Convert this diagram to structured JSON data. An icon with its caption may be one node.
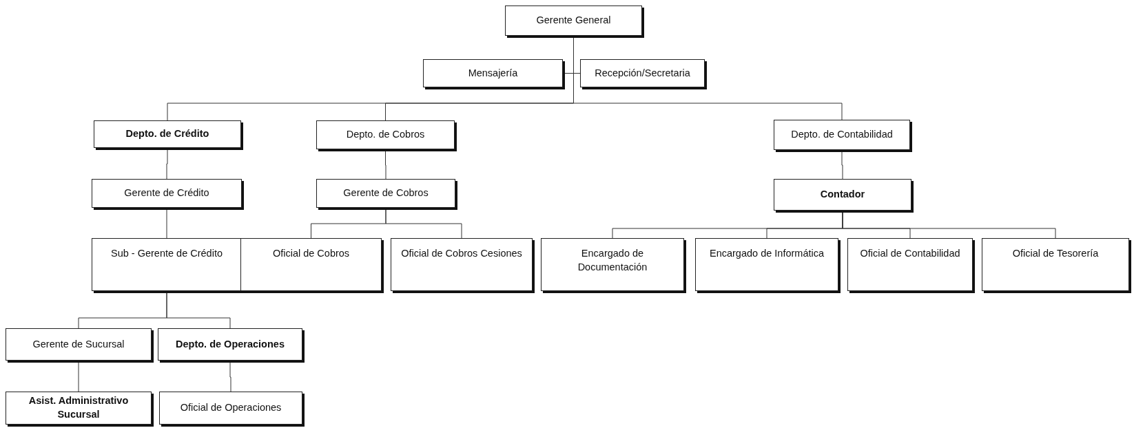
{
  "diagram": {
    "nodes": [
      {
        "text": [
          "Gerente General"
        ]
      },
      {
        "text": [
          "Mensajería"
        ]
      },
      {
        "text": [
          "Recepción/Secretaria"
        ]
      },
      {
        "text": [
          "Depto. de Crédito"
        ]
      },
      {
        "text": [
          "Depto. de Cobros"
        ]
      },
      {
        "text": [
          "Depto. de Contabilidad"
        ]
      },
      {
        "text": [
          "Gerente de Crédito"
        ]
      },
      {
        "text": [
          "Gerente de Cobros"
        ]
      },
      {
        "text": [
          "Contador"
        ]
      },
      {
        "text": [
          "Sub - Gerente de Crédito"
        ]
      },
      {
        "text": [
          "Oficial de Cobros"
        ]
      },
      {
        "text": [
          "Oficial de Cobros Cesiones"
        ]
      },
      {
        "text": [
          "Encargado de Documentación"
        ]
      },
      {
        "text": [
          "Encargado de Informática"
        ]
      },
      {
        "text": [
          "Oficial de Contabilidad"
        ]
      },
      {
        "text": [
          "Oficial de Tesorería"
        ]
      },
      {
        "text": [
          "Gerente de Sucursal"
        ]
      },
      {
        "text": [
          "Depto. de Operaciones"
        ]
      },
      {
        "text": [
          "Asist. Administrativo Sucursal"
        ]
      },
      {
        "text": [
          "Oficial de Operaciones"
        ]
      }
    ],
    "edges": [
      {
        "from": 0,
        "to": 1,
        "arrow": "none"
      },
      {
        "from": 0,
        "to": 2,
        "arrow": "none"
      },
      {
        "from": 0,
        "to": 3,
        "arrow": "none"
      },
      {
        "from": 0,
        "to": 4,
        "arrow": "none"
      },
      {
        "from": 0,
        "to": 5,
        "arrow": "none"
      },
      {
        "from": 3,
        "to": 6,
        "arrow": "none"
      },
      {
        "from": 6,
        "to": 9,
        "arrow": "none"
      },
      {
        "from": 4,
        "to": 7,
        "arrow": "none"
      },
      {
        "from": 7,
        "to": 10,
        "arrow": "none"
      },
      {
        "from": 7,
        "to": 11,
        "arrow": "none"
      },
      {
        "from": 5,
        "to": 8,
        "arrow": "none"
      },
      {
        "from": 8,
        "to": 12,
        "arrow": "none"
      },
      {
        "from": 8,
        "to": 13,
        "arrow": "none"
      },
      {
        "from": 8,
        "to": 14,
        "arrow": "none"
      },
      {
        "from": 8,
        "to": 15,
        "arrow": "none"
      },
      {
        "from": 9,
        "to": 16,
        "arrow": "none"
      },
      {
        "from": 9,
        "to": 17,
        "arrow": "none"
      },
      {
        "from": 16,
        "to": 18,
        "arrow": "none"
      },
      {
        "from": 17,
        "to": 19,
        "arrow": "none"
      }
    ]
  }
}
